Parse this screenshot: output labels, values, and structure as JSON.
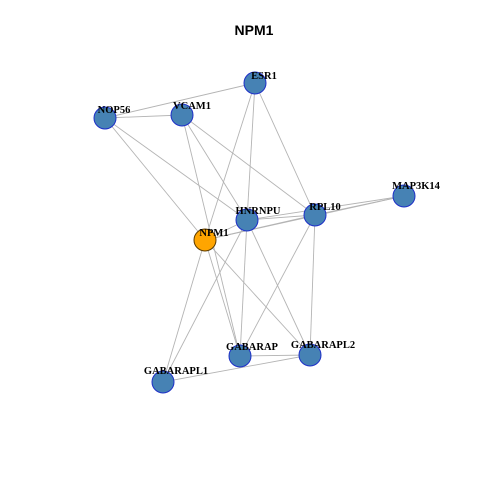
{
  "title": "NPM1",
  "colors": {
    "node_fill": "#4682B4",
    "node_stroke": "#1E2FC8",
    "focus_fill": "#FFA500",
    "focus_stroke": "#5A3A00",
    "edge": "#B4B4B4"
  },
  "nodes": [
    {
      "id": "NPM1",
      "label": "NPM1",
      "focus": true
    },
    {
      "id": "ESR1",
      "label": "ESR1",
      "focus": false
    },
    {
      "id": "NOP56",
      "label": "NOP56",
      "focus": false
    },
    {
      "id": "VCAM1",
      "label": "VCAM1",
      "focus": false
    },
    {
      "id": "MAP3K14",
      "label": "MAP3K14",
      "focus": false
    },
    {
      "id": "HNRNPU",
      "label": "HNRNPU",
      "focus": false
    },
    {
      "id": "RPL10",
      "label": "RPL10",
      "focus": false
    },
    {
      "id": "GABARAP",
      "label": "GABARAP",
      "focus": false
    },
    {
      "id": "GABARAPL2",
      "label": "GABARAPL2",
      "focus": false
    },
    {
      "id": "GABARAPL1",
      "label": "GABARAPL1",
      "focus": false
    }
  ],
  "edges": [
    [
      "NOP56",
      "VCAM1"
    ],
    [
      "NOP56",
      "ESR1"
    ],
    [
      "NOP56",
      "NPM1"
    ],
    [
      "NOP56",
      "HNRNPU"
    ],
    [
      "VCAM1",
      "HNRNPU"
    ],
    [
      "VCAM1",
      "RPL10"
    ],
    [
      "VCAM1",
      "GABARAP"
    ],
    [
      "ESR1",
      "NPM1"
    ],
    [
      "ESR1",
      "HNRNPU"
    ],
    [
      "ESR1",
      "RPL10"
    ],
    [
      "NPM1",
      "HNRNPU"
    ],
    [
      "NPM1",
      "RPL10"
    ],
    [
      "NPM1",
      "MAP3K14"
    ],
    [
      "NPM1",
      "GABARAP"
    ],
    [
      "NPM1",
      "GABARAPL2"
    ],
    [
      "NPM1",
      "GABARAPL1"
    ],
    [
      "HNRNPU",
      "RPL10"
    ],
    [
      "HNRNPU",
      "MAP3K14"
    ],
    [
      "HNRNPU",
      "GABARAP"
    ],
    [
      "HNRNPU",
      "GABARAPL2"
    ],
    [
      "HNRNPU",
      "GABARAPL1"
    ],
    [
      "RPL10",
      "MAP3K14"
    ],
    [
      "RPL10",
      "GABARAP"
    ],
    [
      "RPL10",
      "GABARAPL2"
    ],
    [
      "GABARAP",
      "GABARAPL2"
    ],
    [
      "GABARAPL2",
      "GABARAPL1"
    ]
  ]
}
